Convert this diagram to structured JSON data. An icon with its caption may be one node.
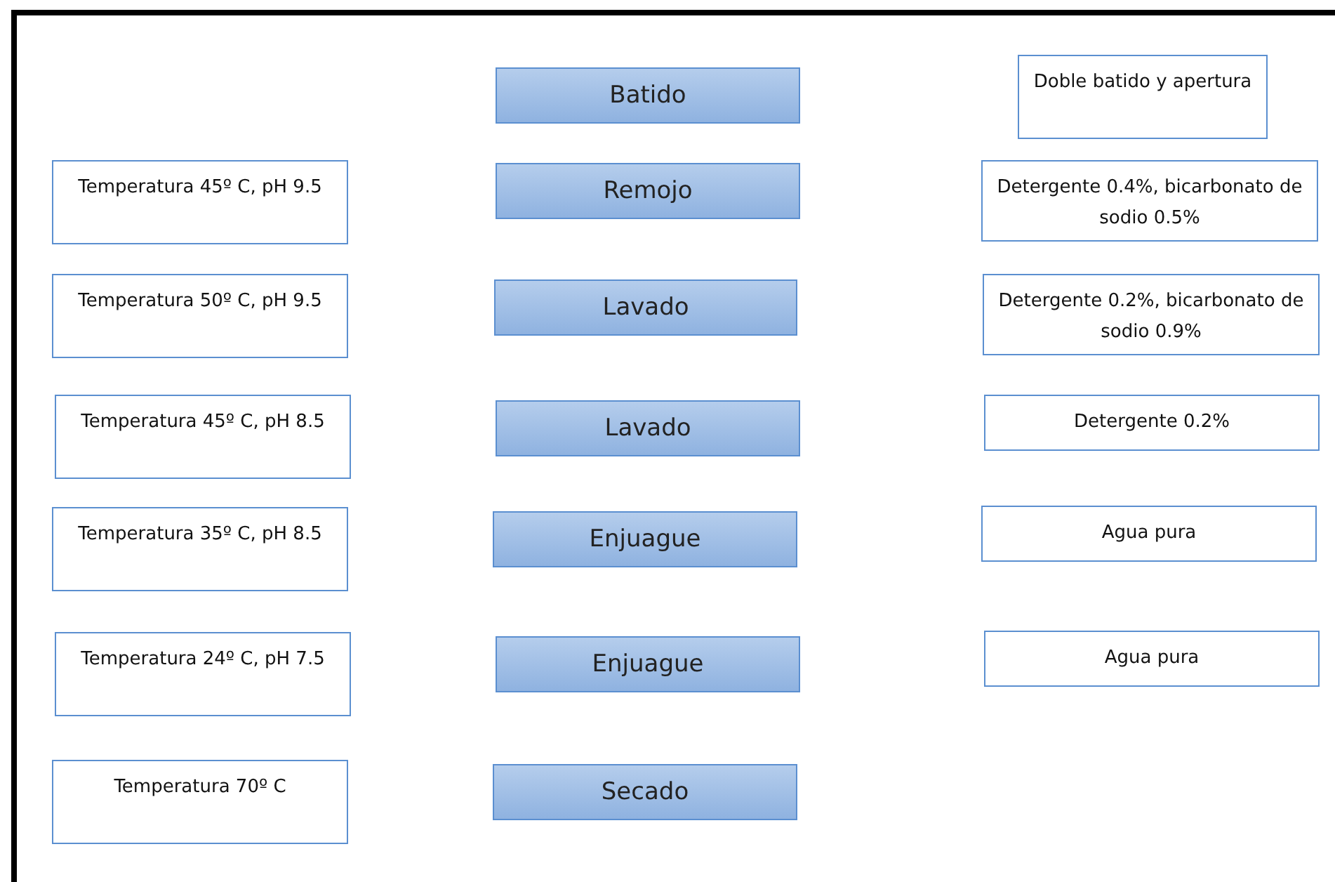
{
  "diagram": {
    "nodes": [
      {
        "text": [
          "Batido"
        ]
      },
      {
        "text": [
          "Doble batido y apertura"
        ]
      },
      {
        "text": [
          "Temperatura 45º C, pH 9.5"
        ]
      },
      {
        "text": [
          "Remojo"
        ]
      },
      {
        "text": [
          "Detergente 0.4%, bicarbonato de sodio 0.5%"
        ]
      },
      {
        "text": [
          "Temperatura 50º C, pH 9.5"
        ]
      },
      {
        "text": [
          "Lavado"
        ]
      },
      {
        "text": [
          "Detergente 0.2%, bicarbonato de sodio 0.9%"
        ]
      },
      {
        "text": [
          "Temperatura 45º C, pH 8.5"
        ]
      },
      {
        "text": [
          "Lavado"
        ]
      },
      {
        "text": [
          "Detergente 0.2%"
        ]
      },
      {
        "text": [
          "Temperatura 35º C, pH 8.5"
        ]
      },
      {
        "text": [
          "Enjuague"
        ]
      },
      {
        "text": [
          "Agua pura"
        ]
      },
      {
        "text": [
          "Temperatura 24º C, pH 7.5"
        ]
      },
      {
        "text": [
          "Enjuague"
        ]
      },
      {
        "text": [
          "Agua pura"
        ]
      },
      {
        "text": [
          "Temperatura 70º C"
        ]
      },
      {
        "text": [
          "Secado"
        ]
      }
    ]
  }
}
